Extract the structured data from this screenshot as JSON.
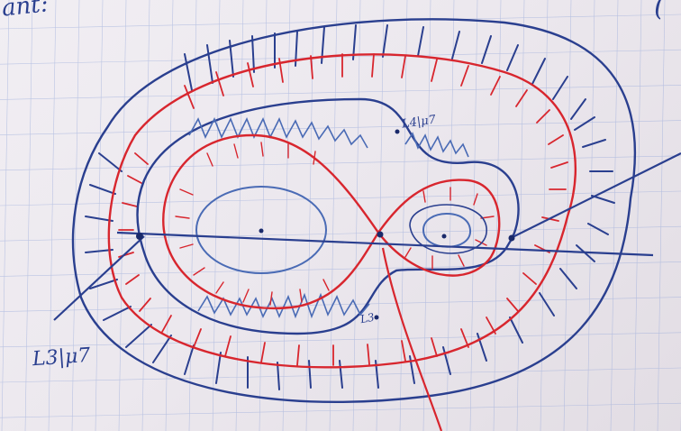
{
  "handwriting": {
    "top_left": "ant:",
    "top_right": "(",
    "label_l3": "L3|μ7",
    "label_l4": "L4|μ7",
    "label_small": "L3"
  },
  "colors": {
    "paper": "#ece8ee",
    "grid_blue": "#8fa3d8",
    "margin_line": "#9fb0e0",
    "ink_blue": "#2a3f8f",
    "ink_blue_light": "#4a6bb5",
    "ink_red": "#d8262e"
  }
}
